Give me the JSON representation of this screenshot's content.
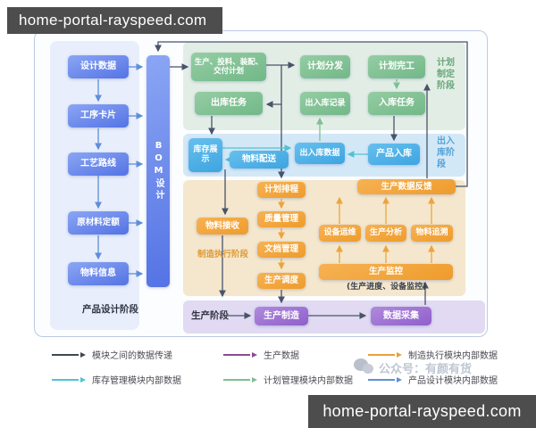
{
  "watermarks": {
    "top_left": "home-portal-rayspeed.com",
    "bottom_right": "home-portal-rayspeed.com",
    "wechat": "公众号：有颜有货"
  },
  "nodes": {
    "design_data": "设计数据",
    "process_card": "工序卡片",
    "process_route": "工艺路线",
    "material_quota": "原材料定额",
    "material_info": "物料信息",
    "bom_design": "BOM设计",
    "plan_box": "生产、投料、装配、交付计划",
    "plan_dispatch": "计划分发",
    "plan_complete": "计划完工",
    "outbound_task": "出库任务",
    "inout_record": "出入库记录",
    "inbound_task": "入库任务",
    "inventory_display": "库存展示",
    "material_delivery": "物料配送",
    "inout_data": "出入库数据",
    "product_inbound": "产品入库",
    "plan_schedule": "计划排程",
    "quality_mgmt": "质量管理",
    "doc_mgmt": "文档管理",
    "prod_dispatch": "生产调度",
    "material_receive": "物料接收",
    "data_feedback": "生产数据反馈",
    "equip_ops": "设备运维",
    "prod_analysis": "生产分析",
    "material_trace": "物料追溯",
    "prod_monitor": "生产监控",
    "monitor_caption": "(生产进度、设备监控)",
    "manufacture": "生产制造",
    "data_collect": "数据采集"
  },
  "phase_labels": {
    "product_design": "产品设计阶段",
    "plan_making": "计划制定阶段",
    "inout_warehouse": "出入库阶段",
    "mfg_execution": "制造执行阶段",
    "production": "生产阶段"
  },
  "legend": {
    "items": [
      {
        "label": "模块之间的数据传递",
        "color": "#3f4652"
      },
      {
        "label": "生产数据",
        "color": "#8a4d8f"
      },
      {
        "label": "制造执行模块内部数据",
        "color": "#e8a23c"
      },
      {
        "label": "库存管理模块内部数据",
        "color": "#4fc3d4"
      },
      {
        "label": "计划管理模块内部数据",
        "color": "#7fbf93"
      },
      {
        "label": "产品设计模块内部数据",
        "color": "#5f8fd9"
      }
    ]
  },
  "colors": {
    "design_module": "#5473e4",
    "plan_module": "#72b887",
    "warehouse_module": "#3ea4e0",
    "mes_module": "#ee9c2b",
    "production_module": "#8f5fcb"
  }
}
